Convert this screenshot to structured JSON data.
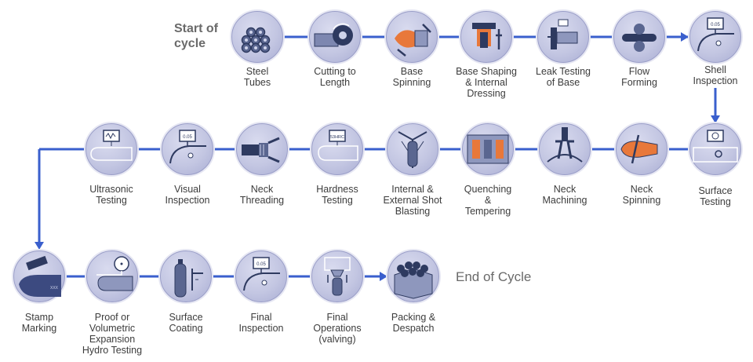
{
  "start_label": "Start of\ncycle",
  "end_label": "End of Cycle",
  "colors": {
    "connector": "#3a5fcd",
    "node_fill": "#c3c6e2",
    "icon_dark": "#2e3a60",
    "accent": "#e8783a"
  },
  "steps": [
    {
      "label": "Steel\nTubes",
      "icon": "steel-tubes-icon"
    },
    {
      "label": "Cutting  to\nLength",
      "icon": "saw-blade-icon"
    },
    {
      "label": "Base\nSpinning",
      "icon": "base-spinning-icon"
    },
    {
      "label": "Base Shaping\n& Internal\nDressing",
      "icon": "base-shaping-icon"
    },
    {
      "label": "Leak Testing\nof Base",
      "icon": "leak-test-icon"
    },
    {
      "label": "Flow\nForming",
      "icon": "flow-forming-icon"
    },
    {
      "label": "Shell\nInspection",
      "icon": "gauge-inspection-icon"
    },
    {
      "label": "Surface\nTesting",
      "icon": "surface-test-icon"
    },
    {
      "label": "Neck\nSpinning",
      "icon": "neck-spinning-icon"
    },
    {
      "label": "Neck\nMachining",
      "icon": "machining-tool-icon"
    },
    {
      "label": "Quenching\n&\nTempering",
      "icon": "furnace-icon"
    },
    {
      "label": "Internal &\nExternal Shot\nBlasting",
      "icon": "shot-blast-icon"
    },
    {
      "label": "Hardness\nTesting",
      "icon": "hardness-gauge-icon"
    },
    {
      "label": "Neck\nThreading",
      "icon": "threading-icon"
    },
    {
      "label": "Visual\nInspection",
      "icon": "gauge-inspection-icon"
    },
    {
      "label": "Ultrasonic\nTesting",
      "icon": "ultrasonic-icon"
    },
    {
      "label": "Stamp\nMarking",
      "icon": "stamp-icon"
    },
    {
      "label": "Proof or\nVolumetric\nExpansion\nHydro Testing",
      "icon": "pressure-gauge-icon"
    },
    {
      "label": "Surface\nCoating",
      "icon": "coating-icon"
    },
    {
      "label": "Final\nInspection",
      "icon": "gauge-inspection-icon"
    },
    {
      "label": "Final\nOperations\n(valving)",
      "icon": "valve-icon"
    },
    {
      "label": "Packing &\nDespatch",
      "icon": "crate-icon"
    }
  ]
}
